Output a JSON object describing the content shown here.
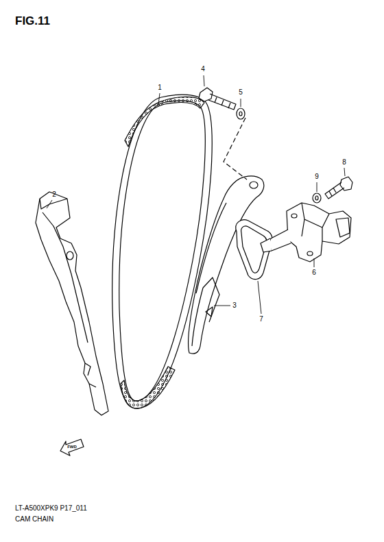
{
  "diagram": {
    "title": "FIG.11",
    "labels": [
      "1",
      "2",
      "3",
      "4",
      "5",
      "6",
      "7",
      "8",
      "9",
      "FWD",
      "LT-A500XPK9 P17_011",
      "CAM CHAIN"
    ]
  }
}
